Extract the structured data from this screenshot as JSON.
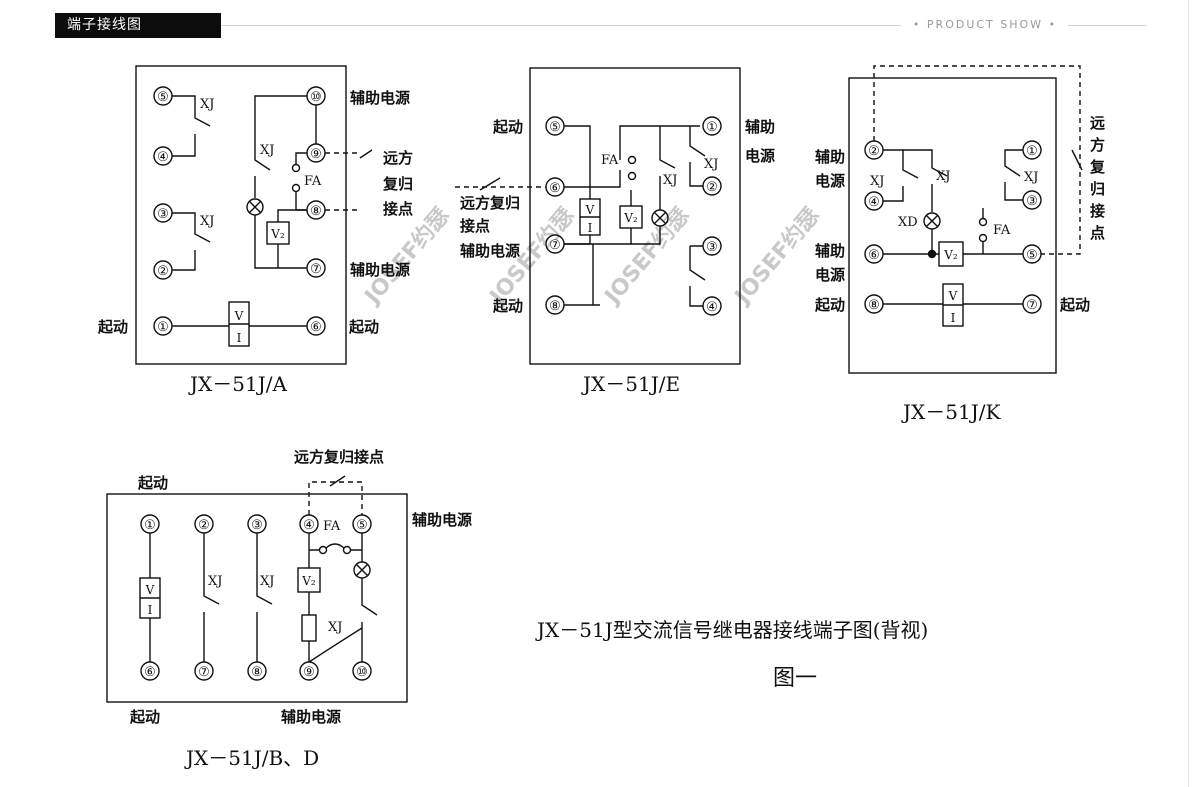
{
  "header": {
    "section_title": "端子接线图",
    "product_show": "PRODUCT SHOW"
  },
  "watermark": "JOSEF约瑟",
  "diagram_a": {
    "caption": "JX－51J/A",
    "terminals": [
      "⑤",
      "④",
      "③",
      "②",
      "①",
      "⑩",
      "⑨",
      "⑧",
      "⑦",
      "⑥"
    ],
    "labels": {
      "aux_power_top": "辅助电源",
      "aux_power_bottom": "辅助电源",
      "remote_reset_1": "远方",
      "remote_reset_2": "复归",
      "remote_reset_3": "接点",
      "start_left": "起动",
      "start_right": "起动",
      "xj1": "XJ",
      "xj2": "XJ",
      "xj3": "XJ",
      "fa": "FA",
      "v2": "V₂",
      "vi_top": "V",
      "vi_bot": "I"
    }
  },
  "diagram_e": {
    "caption": "JX－51J/E",
    "terminals": [
      "⑤",
      "⑥",
      "⑦",
      "⑧",
      "①",
      "②",
      "③",
      "④"
    ],
    "labels": {
      "start_top": "起动",
      "remote_1": "远方复归",
      "remote_2": "接点",
      "aux_left": "辅助电源",
      "start_bottom": "起动",
      "aux_right_1": "辅助",
      "aux_right_2": "电源",
      "fa": "FA",
      "xj1": "XJ",
      "xj2": "XJ",
      "v2": "V₂",
      "vi_top": "V",
      "vi_bot": "I"
    }
  },
  "diagram_k": {
    "caption": "JX－51J/K",
    "terminals": [
      "②",
      "④",
      "⑥",
      "⑧",
      "①",
      "③",
      "⑤",
      "⑦"
    ],
    "labels": {
      "aux_1": "辅助",
      "aux_2": "电源",
      "aux_3": "辅助",
      "aux_4": "电源",
      "start_left": "起动",
      "start_right": "起动",
      "remote_1": "远",
      "remote_2": "方",
      "remote_3": "复",
      "remote_4": "归",
      "remote_5": "接",
      "remote_6": "点",
      "xj1": "XJ",
      "xj2": "XJ",
      "xj3": "XJ",
      "xd": "XD",
      "fa": "FA",
      "v2": "V₂",
      "vi_top": "V",
      "vi_bot": "I"
    }
  },
  "diagram_bd": {
    "caption": "JX－51J/B、D",
    "terminals_top": [
      "①",
      "②",
      "③",
      "④",
      "⑤"
    ],
    "terminals_bottom": [
      "⑥",
      "⑦",
      "⑧",
      "⑨",
      "⑩"
    ],
    "labels": {
      "remote_reset": "远方复归接点",
      "start_top": "起动",
      "aux_top": "辅助电源",
      "start_bottom": "起动",
      "aux_bottom": "辅助电源",
      "fa": "FA",
      "xj1": "XJ",
      "xj2": "XJ",
      "xj3": "XJ",
      "v2": "V₂",
      "vi_top": "V",
      "vi_bot": "I"
    }
  },
  "figure": {
    "title": "JX－51J型交流信号继电器接线端子图(背视)",
    "number": "图一"
  }
}
